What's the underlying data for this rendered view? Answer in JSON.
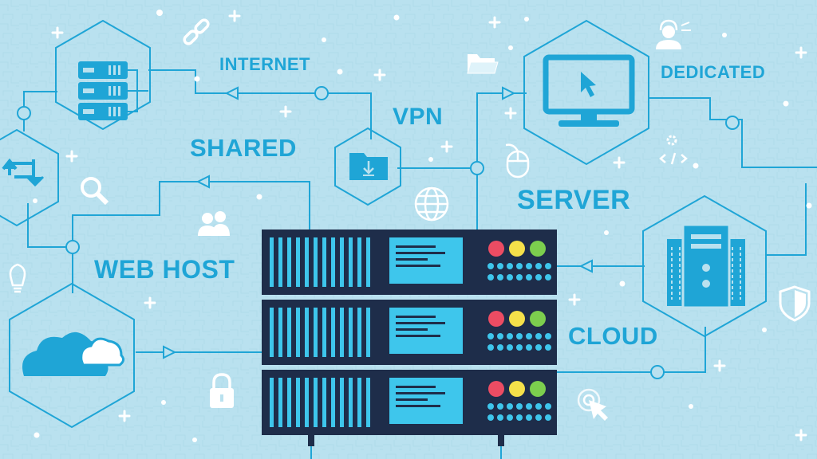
{
  "labels": {
    "internet": "INTERNET",
    "vpn": "VPN",
    "shared": "SHARED",
    "dedicated": "DEDICATED",
    "server": "SERVER",
    "web_host": "WEB HOST",
    "cloud": "CLOUD"
  },
  "colors": {
    "background": "#b9e1ef",
    "accent": "#1fa5d6",
    "rack": "#1e2d4a",
    "screen": "#3ec6ec",
    "led_red": "#ec4c63",
    "led_yellow": "#f5e14a",
    "led_green": "#7ccf4e"
  },
  "icons": [
    "server-stack-icon",
    "sync-arrows-icon",
    "cloud-icon",
    "download-folder-icon",
    "monitor-cursor-icon",
    "tower-server-icon",
    "globe-icon",
    "magnifier-icon",
    "users-icon",
    "lightbulb-icon",
    "padlock-icon",
    "chain-link-icon",
    "folder-icon",
    "mouse-icon",
    "support-agent-icon",
    "code-gear-icon",
    "shield-icon",
    "click-pointer-icon"
  ]
}
